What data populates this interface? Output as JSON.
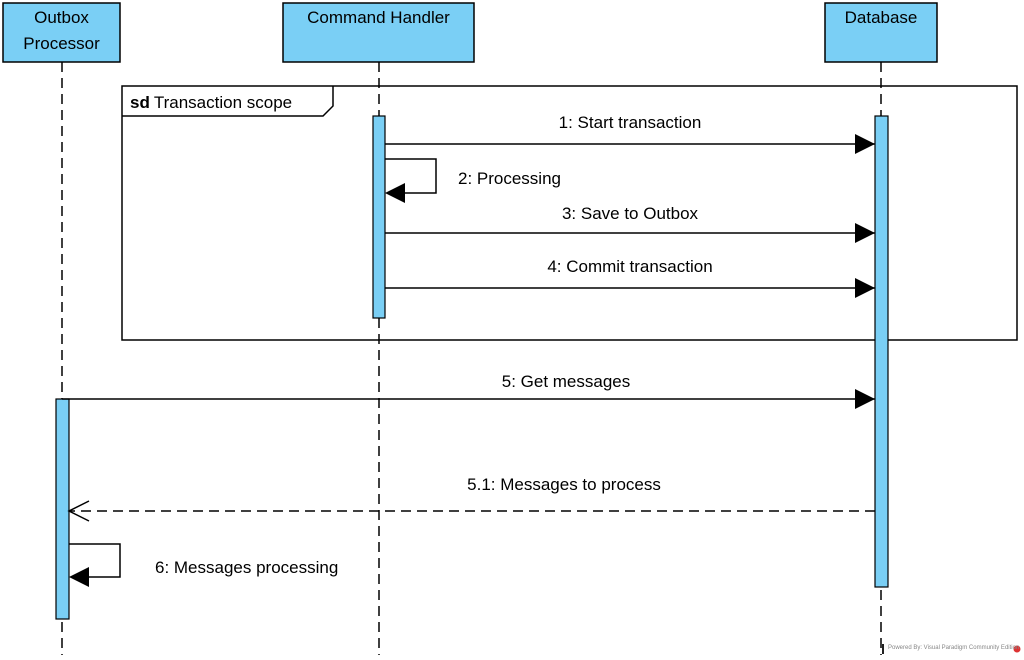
{
  "colors": {
    "lifeline_fill": "#7acff5",
    "stroke": "#000000"
  },
  "lifelines": [
    {
      "id": "outbox",
      "name_lines": [
        "Outbox",
        "Processor"
      ]
    },
    {
      "id": "handler",
      "name_lines": [
        "Command Handler"
      ]
    },
    {
      "id": "db",
      "name_lines": [
        "Database"
      ]
    }
  ],
  "frame": {
    "keyword": "sd",
    "title": "Transaction scope"
  },
  "messages": [
    {
      "label": "1: Start transaction",
      "from": "handler",
      "to": "db",
      "kind": "sync"
    },
    {
      "label": "2: Processing",
      "from": "handler",
      "to": "handler",
      "kind": "self"
    },
    {
      "label": "3: Save to Outbox",
      "from": "handler",
      "to": "db",
      "kind": "sync"
    },
    {
      "label": "4: Commit transaction",
      "from": "handler",
      "to": "db",
      "kind": "sync"
    },
    {
      "label": "5: Get messages",
      "from": "outbox",
      "to": "db",
      "kind": "sync"
    },
    {
      "label": "5.1: Messages to process",
      "from": "db",
      "to": "outbox",
      "kind": "reply"
    },
    {
      "label": "6: Messages processing",
      "from": "outbox",
      "to": "outbox",
      "kind": "self"
    }
  ],
  "watermark": "Powered By: Visual Paradigm Community Edition"
}
